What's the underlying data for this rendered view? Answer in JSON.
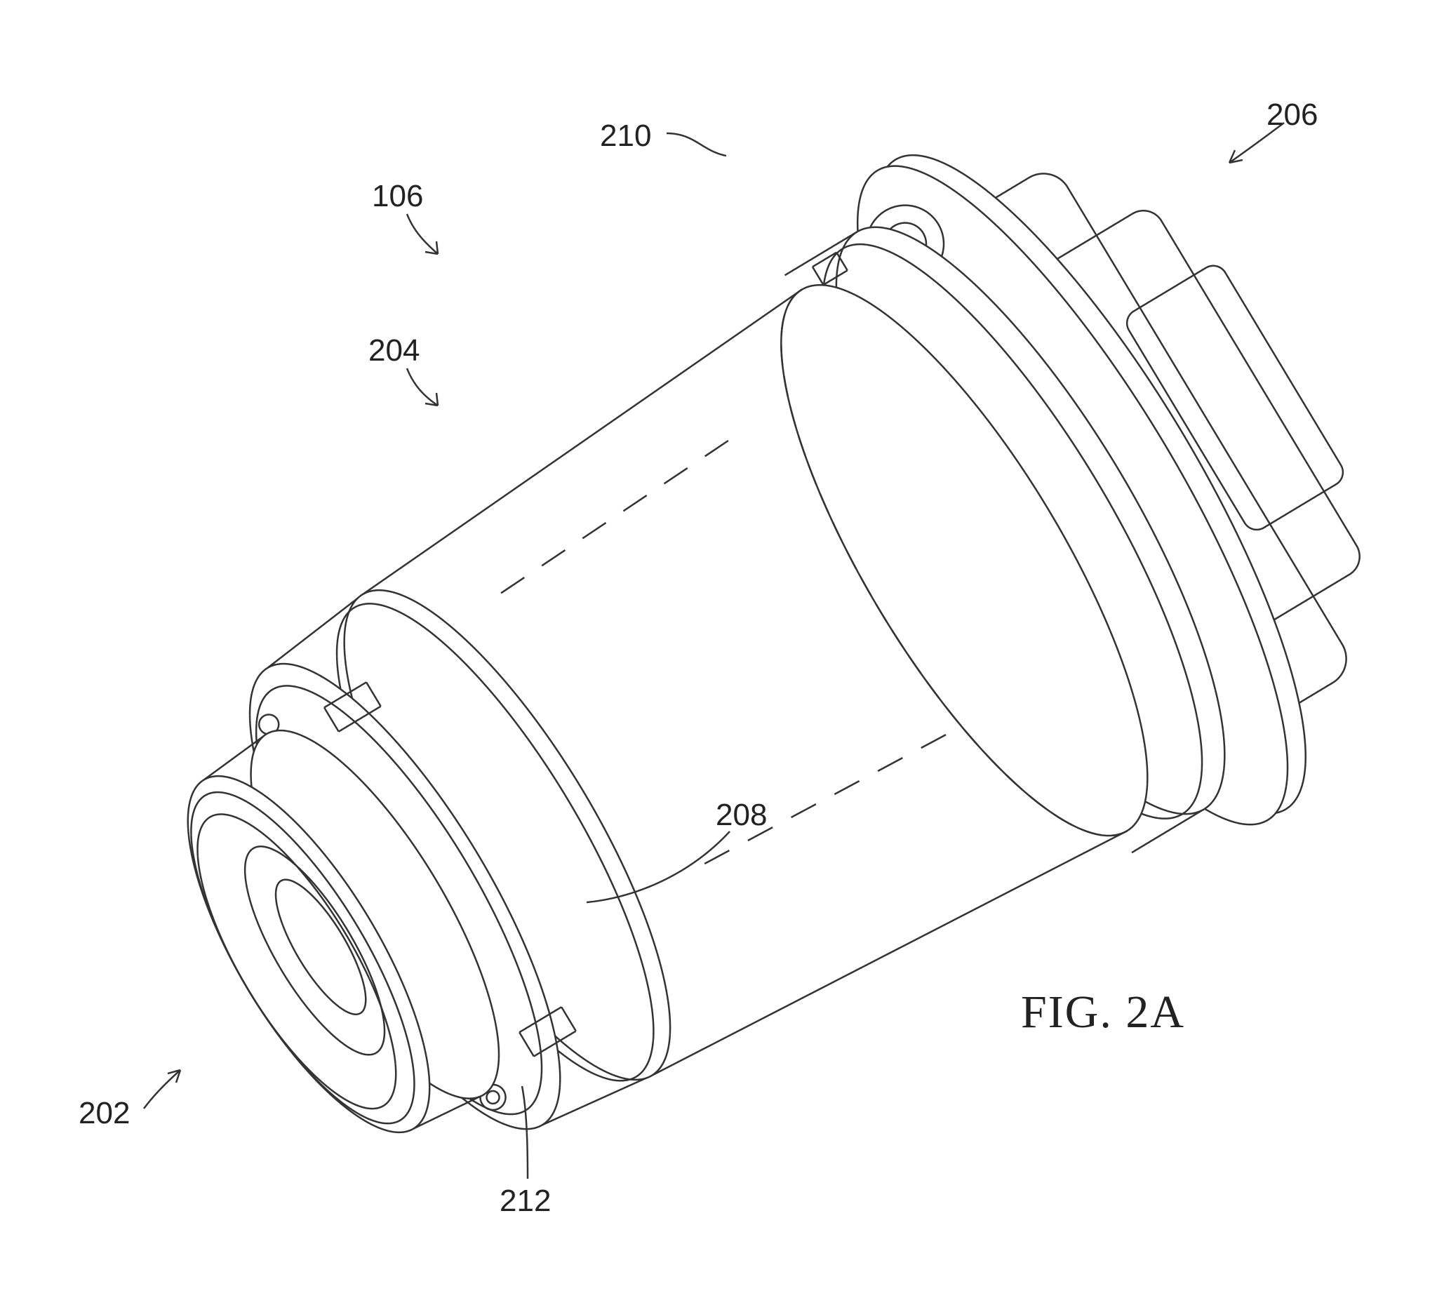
{
  "figure": {
    "title": "FIG. 2A",
    "labels": {
      "assembly": "106",
      "body": "204",
      "front_end": "202",
      "rear_end": "206",
      "inner_surface": "208",
      "flange": "210",
      "fastener_hole": "212"
    }
  },
  "colors": {
    "line": "#333333",
    "background": "#ffffff"
  }
}
